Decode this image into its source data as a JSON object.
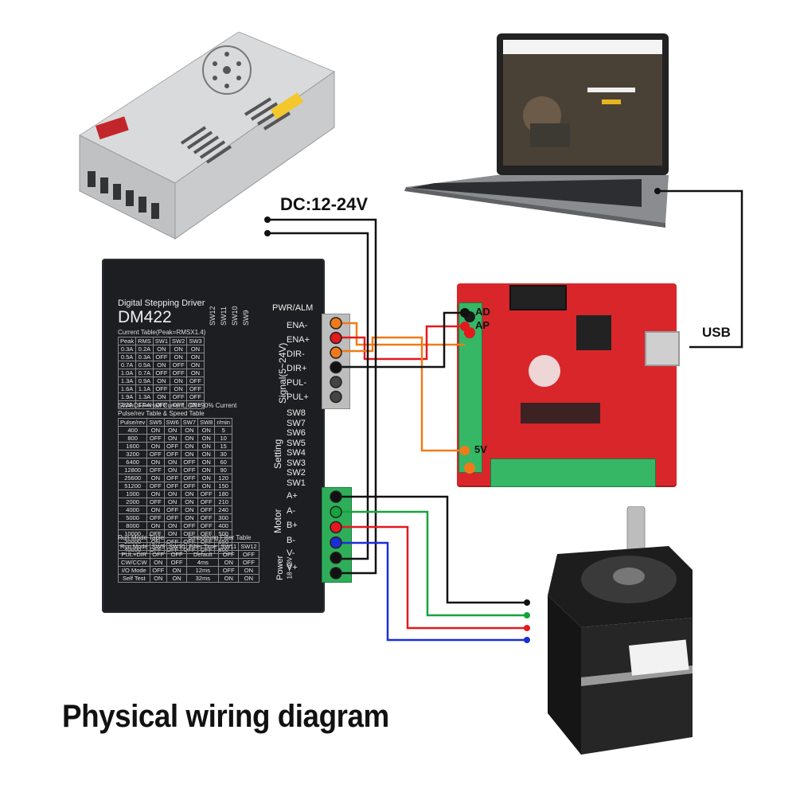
{
  "labels": {
    "title": "Physical wiring diagram",
    "dc": "DC:12-24V",
    "usb": "USB"
  },
  "driver": {
    "brand": "Digital Stepping Driver",
    "model": "DM422",
    "sw_headers": [
      "SW12",
      "SW11",
      "SW10",
      "SW9"
    ],
    "current_title": "Current Table(Peak=RMSX1.4)",
    "current_table": [
      [
        "Peak",
        "RMS",
        "SW1",
        "SW2",
        "SW3"
      ],
      [
        "0.3A",
        "0.2A",
        "ON",
        "ON",
        "ON"
      ],
      [
        "0.5A",
        "0.3A",
        "OFF",
        "ON",
        "ON"
      ],
      [
        "0.7A",
        "0.5A",
        "ON",
        "OFF",
        "ON"
      ],
      [
        "1.0A",
        "0.7A",
        "OFF",
        "OFF",
        "ON"
      ],
      [
        "1.3A",
        "0.9A",
        "ON",
        "ON",
        "OFF"
      ],
      [
        "1.6A",
        "1.1A",
        "OFF",
        "ON",
        "OFF"
      ],
      [
        "1.9A",
        "1.3A",
        "ON",
        "OFF",
        "OFF"
      ],
      [
        "2.2A",
        "1.5A",
        "OFF",
        "OFF",
        "OFF"
      ]
    ],
    "sw4_note": "SW4:OFF=Half Current, ON=90% Current",
    "pulse_title": "Pulse/rev Table & Speed Table",
    "pulse_table": [
      [
        "Pulse/rev",
        "SW5",
        "SW6",
        "SW7",
        "SW8",
        "r/min"
      ],
      [
        "400",
        "ON",
        "ON",
        "ON",
        "ON",
        "5"
      ],
      [
        "800",
        "OFF",
        "ON",
        "ON",
        "ON",
        "10"
      ],
      [
        "1600",
        "ON",
        "OFF",
        "ON",
        "ON",
        "15"
      ],
      [
        "3200",
        "OFF",
        "OFF",
        "ON",
        "ON",
        "30"
      ],
      [
        "6400",
        "ON",
        "ON",
        "OFF",
        "ON",
        "60"
      ],
      [
        "12800",
        "OFF",
        "ON",
        "OFF",
        "ON",
        "90"
      ],
      [
        "25600",
        "ON",
        "OFF",
        "OFF",
        "ON",
        "120"
      ],
      [
        "51200",
        "OFF",
        "OFF",
        "OFF",
        "ON",
        "150"
      ],
      [
        "1000",
        "ON",
        "ON",
        "ON",
        "OFF",
        "180"
      ],
      [
        "2000",
        "OFF",
        "ON",
        "ON",
        "OFF",
        "210"
      ],
      [
        "4000",
        "ON",
        "OFF",
        "ON",
        "OFF",
        "240"
      ],
      [
        "5000",
        "OFF",
        "OFF",
        "ON",
        "OFF",
        "300"
      ],
      [
        "8000",
        "ON",
        "ON",
        "OFF",
        "OFF",
        "400"
      ],
      [
        "10000",
        "OFF",
        "ON",
        "OFF",
        "OFF",
        "500"
      ],
      [
        "20000",
        "ON",
        "OFF",
        "OFF",
        "OFF",
        "650"
      ],
      [
        "40000",
        "OFF",
        "OFF",
        "OFF",
        "OFF",
        "800"
      ]
    ],
    "run_title": "Run Mode Table",
    "smooth_title": "Smoothing Filter Table",
    "run_table": [
      [
        "Run Mode",
        "SW9",
        "SW10",
        "Filter Time",
        "SW11",
        "SW12"
      ],
      [
        "PUL+DIR",
        "OFF",
        "OFF",
        "Default",
        "OFF",
        "OFF"
      ],
      [
        "CW/CCW",
        "ON",
        "OFF",
        "4ms",
        "ON",
        "OFF"
      ],
      [
        "I/O Mode",
        "OFF",
        "ON",
        "12ms",
        "OFF",
        "ON"
      ],
      [
        "Self Test",
        "ON",
        "ON",
        "32ms",
        "ON",
        "ON"
      ]
    ],
    "pwr_alm": "PWR/ALM",
    "signal_section": "Signal(5~24V)",
    "signal_pins": [
      "ENA-",
      "ENA+",
      "DIR-",
      "DIR+",
      "PUL-",
      "PUL+"
    ],
    "setting_section": "Setting",
    "setting_pins": [
      "SW8",
      "SW7",
      "SW6",
      "SW5",
      "SW4",
      "SW3",
      "SW2",
      "SW1"
    ],
    "motor_section": "Motor",
    "motor_pins": [
      "A+",
      "A-",
      "B+",
      "B-"
    ],
    "power_section": "Power",
    "power_range": "18~48V",
    "power_pins": [
      "V-",
      "V+"
    ]
  },
  "board": {
    "pins_top": [
      "AD",
      "AP"
    ],
    "pin_5v": "5V"
  },
  "colors": {
    "orange": "#f07a1a",
    "red": "#e3191e",
    "green": "#15a33c",
    "blue": "#1b2fd6",
    "black": "#111111"
  },
  "icons": [
    "power-supply-icon",
    "laptop-icon",
    "breakout-board-icon",
    "stepper-motor-icon"
  ]
}
